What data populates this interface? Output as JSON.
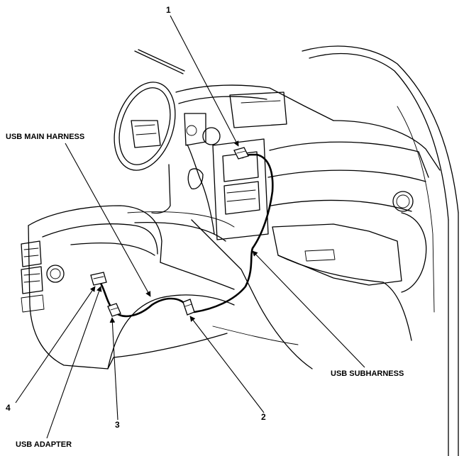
{
  "callouts": {
    "n1": "1",
    "n2": "2",
    "n3": "3",
    "n4": "4",
    "usb_main_harness": "USB MAIN HARNESS",
    "usb_subharness": "USB SUBHARNESS",
    "usb_adapter": "USB ADAPTER"
  }
}
